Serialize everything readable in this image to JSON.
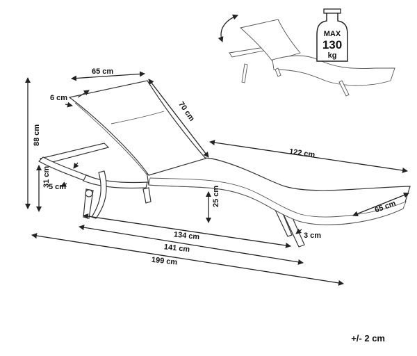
{
  "labels": {
    "back_width": "65 cm",
    "arm_thickness": "6 cm",
    "back_length": "70 cm",
    "seat_length": "122 cm",
    "seat_width": "65 cm",
    "total_height": "88 cm",
    "frame_height": "31 cm",
    "frame_thickness": "5 cm",
    "seat_height": "25 cm",
    "leg_thickness": "3 cm",
    "length_134": "134 cm",
    "length_141": "141 cm",
    "length_199": "199 cm"
  },
  "max_load": {
    "line1": "MAX",
    "line2": "130",
    "line3": "kg"
  },
  "tolerance": "+/- 2 cm",
  "icons": [
    "rotate-arrow-icon",
    "weight-icon"
  ]
}
